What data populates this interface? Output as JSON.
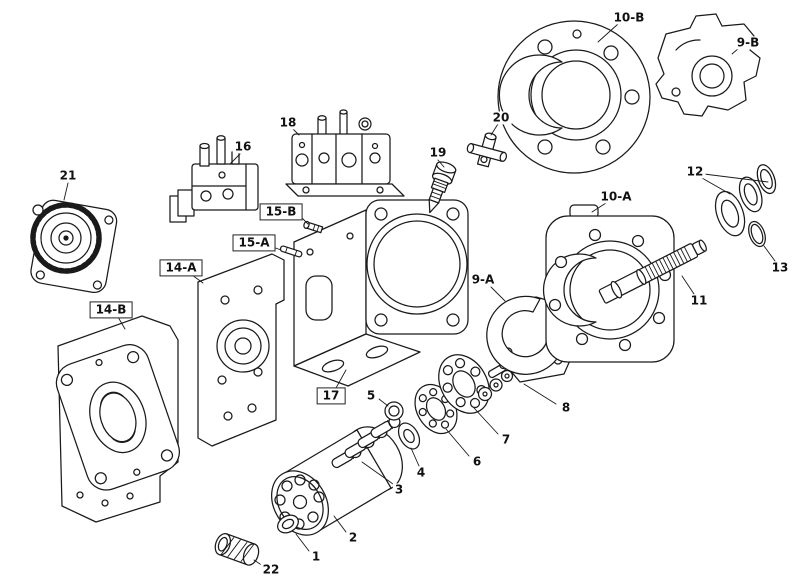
{
  "canvas": {
    "background": "#ffffff",
    "line_color": "#1a1a1a"
  },
  "diagram": {
    "callouts": [
      {
        "label": "10-B",
        "boxed": false
      },
      {
        "label": "9-B",
        "boxed": false
      },
      {
        "label": "21",
        "boxed": false
      },
      {
        "label": "16",
        "boxed": false
      },
      {
        "label": "18",
        "boxed": false
      },
      {
        "label": "20",
        "boxed": false
      },
      {
        "label": "19",
        "boxed": false
      },
      {
        "label": "15-B",
        "boxed": true
      },
      {
        "label": "15-A",
        "boxed": true
      },
      {
        "label": "14-A",
        "boxed": true
      },
      {
        "label": "14-B",
        "boxed": true
      },
      {
        "label": "17",
        "boxed": true
      },
      {
        "label": "10-A",
        "boxed": false
      },
      {
        "label": "12",
        "boxed": false
      },
      {
        "label": "13",
        "boxed": false
      },
      {
        "label": "11",
        "boxed": false
      },
      {
        "label": "9-A",
        "boxed": false
      },
      {
        "label": "8",
        "boxed": false
      },
      {
        "label": "7",
        "boxed": false
      },
      {
        "label": "6",
        "boxed": false
      },
      {
        "label": "5",
        "boxed": false
      },
      {
        "label": "4",
        "boxed": false
      },
      {
        "label": "3",
        "boxed": false
      },
      {
        "label": "2",
        "boxed": false
      },
      {
        "label": "1",
        "boxed": false
      },
      {
        "label": "22",
        "boxed": false
      }
    ]
  }
}
